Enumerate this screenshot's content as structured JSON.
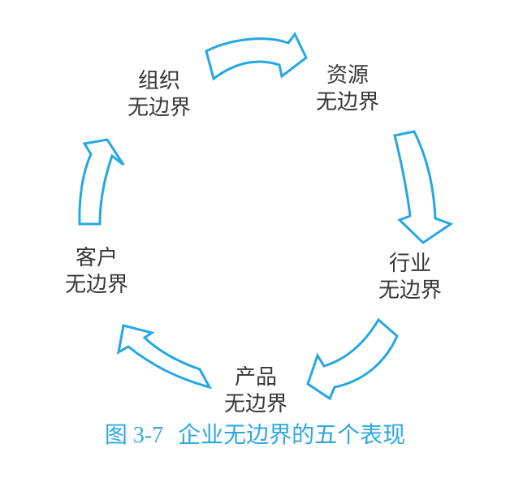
{
  "colors": {
    "arrow": "#25a7e3",
    "caption": "#2fa8e1",
    "text": "#373737",
    "background": "#ffffff"
  },
  "nodes": [
    {
      "id": "organization",
      "line1": "组织",
      "line2": "无边界"
    },
    {
      "id": "resource",
      "line1": "资源",
      "line2": "无边界"
    },
    {
      "id": "industry",
      "line1": "行业",
      "line2": "无边界"
    },
    {
      "id": "product",
      "line1": "产品",
      "line2": "无边界"
    },
    {
      "id": "customer",
      "line1": "客户",
      "line2": "无边界"
    }
  ],
  "cycle": [
    "organization -> resource",
    "resource -> industry",
    "industry -> product",
    "product -> customer",
    "customer -> organization"
  ],
  "caption": {
    "number": "图 3-7",
    "title": "企业无边界的五个表现"
  }
}
